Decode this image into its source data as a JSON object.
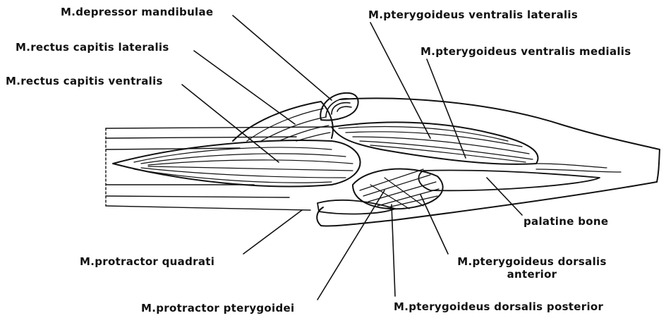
{
  "labels": {
    "depressor_mandibulae": "M.depressor mandibulae",
    "rectus_capitis_lateralis": "M.rectus capitis lateralis",
    "rectus_capitis_ventralis": "M.rectus capitis ventralis",
    "pterygoideus_ventralis_lateralis": "M.pterygoideus ventralis lateralis",
    "pterygoideus_ventralis_medialis": "M.pterygoideus ventralis medialis",
    "palatine_bone": "palatine bone",
    "protractor_quadrati": "M.protractor quadrati",
    "pterygoideus_dorsalis_anterior_line1": "M.pterygoideus dorsalis",
    "pterygoideus_dorsalis_anterior_line2": "anterior",
    "protractor_pterygoidei": "M.protractor pterygoidei",
    "pterygoideus_dorsalis_posterior": "M.pterygoideus dorsalis posterior"
  },
  "colors": {
    "ink": "#111111",
    "background": "#ffffff"
  }
}
